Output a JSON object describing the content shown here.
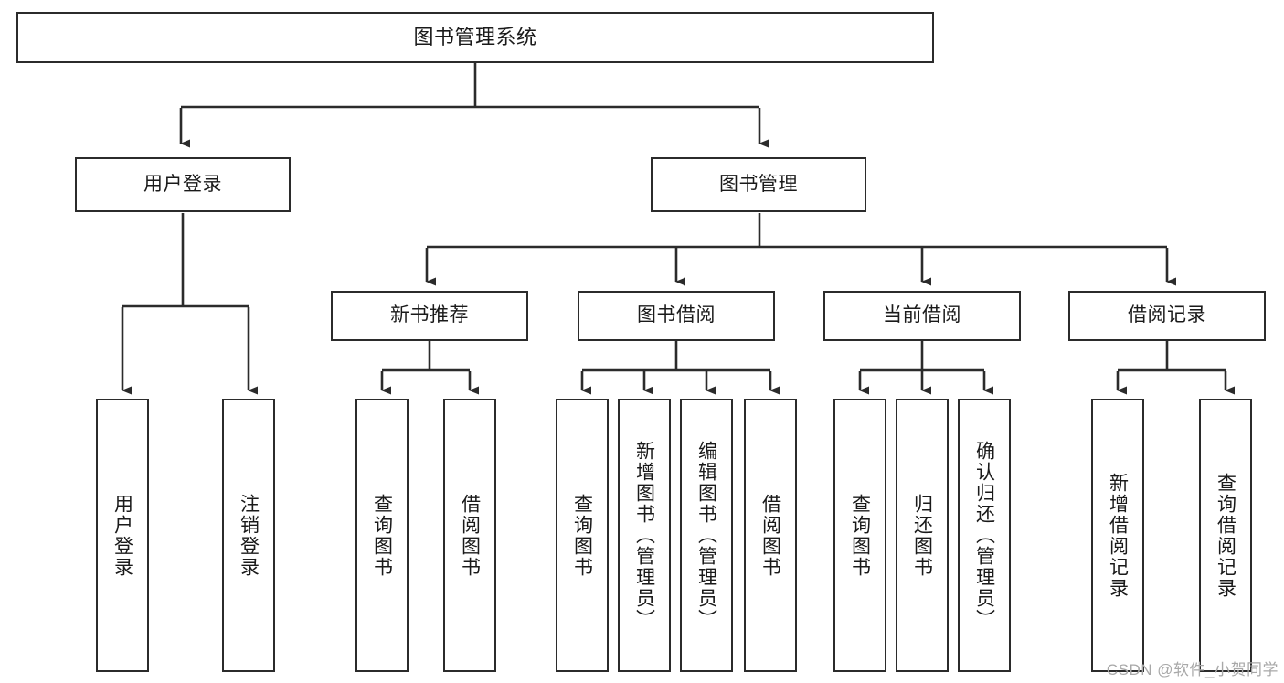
{
  "diagram": {
    "title": "图书管理系统",
    "type": "tree-hierarchy",
    "stroke_color": "#2b2b2b",
    "fill_color": "#ffffff",
    "text_color": "#1a1a1a"
  },
  "watermark": {
    "text": "CSDN @软件_小贺同学",
    "color": "#a8a8a8"
  },
  "nodes": {
    "root": {
      "label": "图书管理系统"
    },
    "level2": [
      {
        "label": "用户登录"
      },
      {
        "label": "图书管理"
      }
    ],
    "level3": [
      {
        "label": "新书推荐"
      },
      {
        "label": "图书借阅"
      },
      {
        "label": "当前借阅"
      },
      {
        "label": "借阅记录"
      }
    ],
    "leaves_user_login": [
      {
        "label": "用户登录"
      },
      {
        "label": "注销登录"
      }
    ],
    "leaves_new_books": [
      {
        "label": "查询图书"
      },
      {
        "label": "借阅图书"
      }
    ],
    "leaves_borrow": [
      {
        "label": "查询图书"
      },
      {
        "label": "新增图书（管理员）"
      },
      {
        "label": "编辑图书（管理员）"
      },
      {
        "label": "借阅图书"
      }
    ],
    "leaves_current": [
      {
        "label": "查询图书"
      },
      {
        "label": "归还图书"
      },
      {
        "label": "确认归还（管理员）"
      }
    ],
    "leaves_records": [
      {
        "label": "新增借阅记录"
      },
      {
        "label": "查询借阅记录"
      }
    ]
  }
}
